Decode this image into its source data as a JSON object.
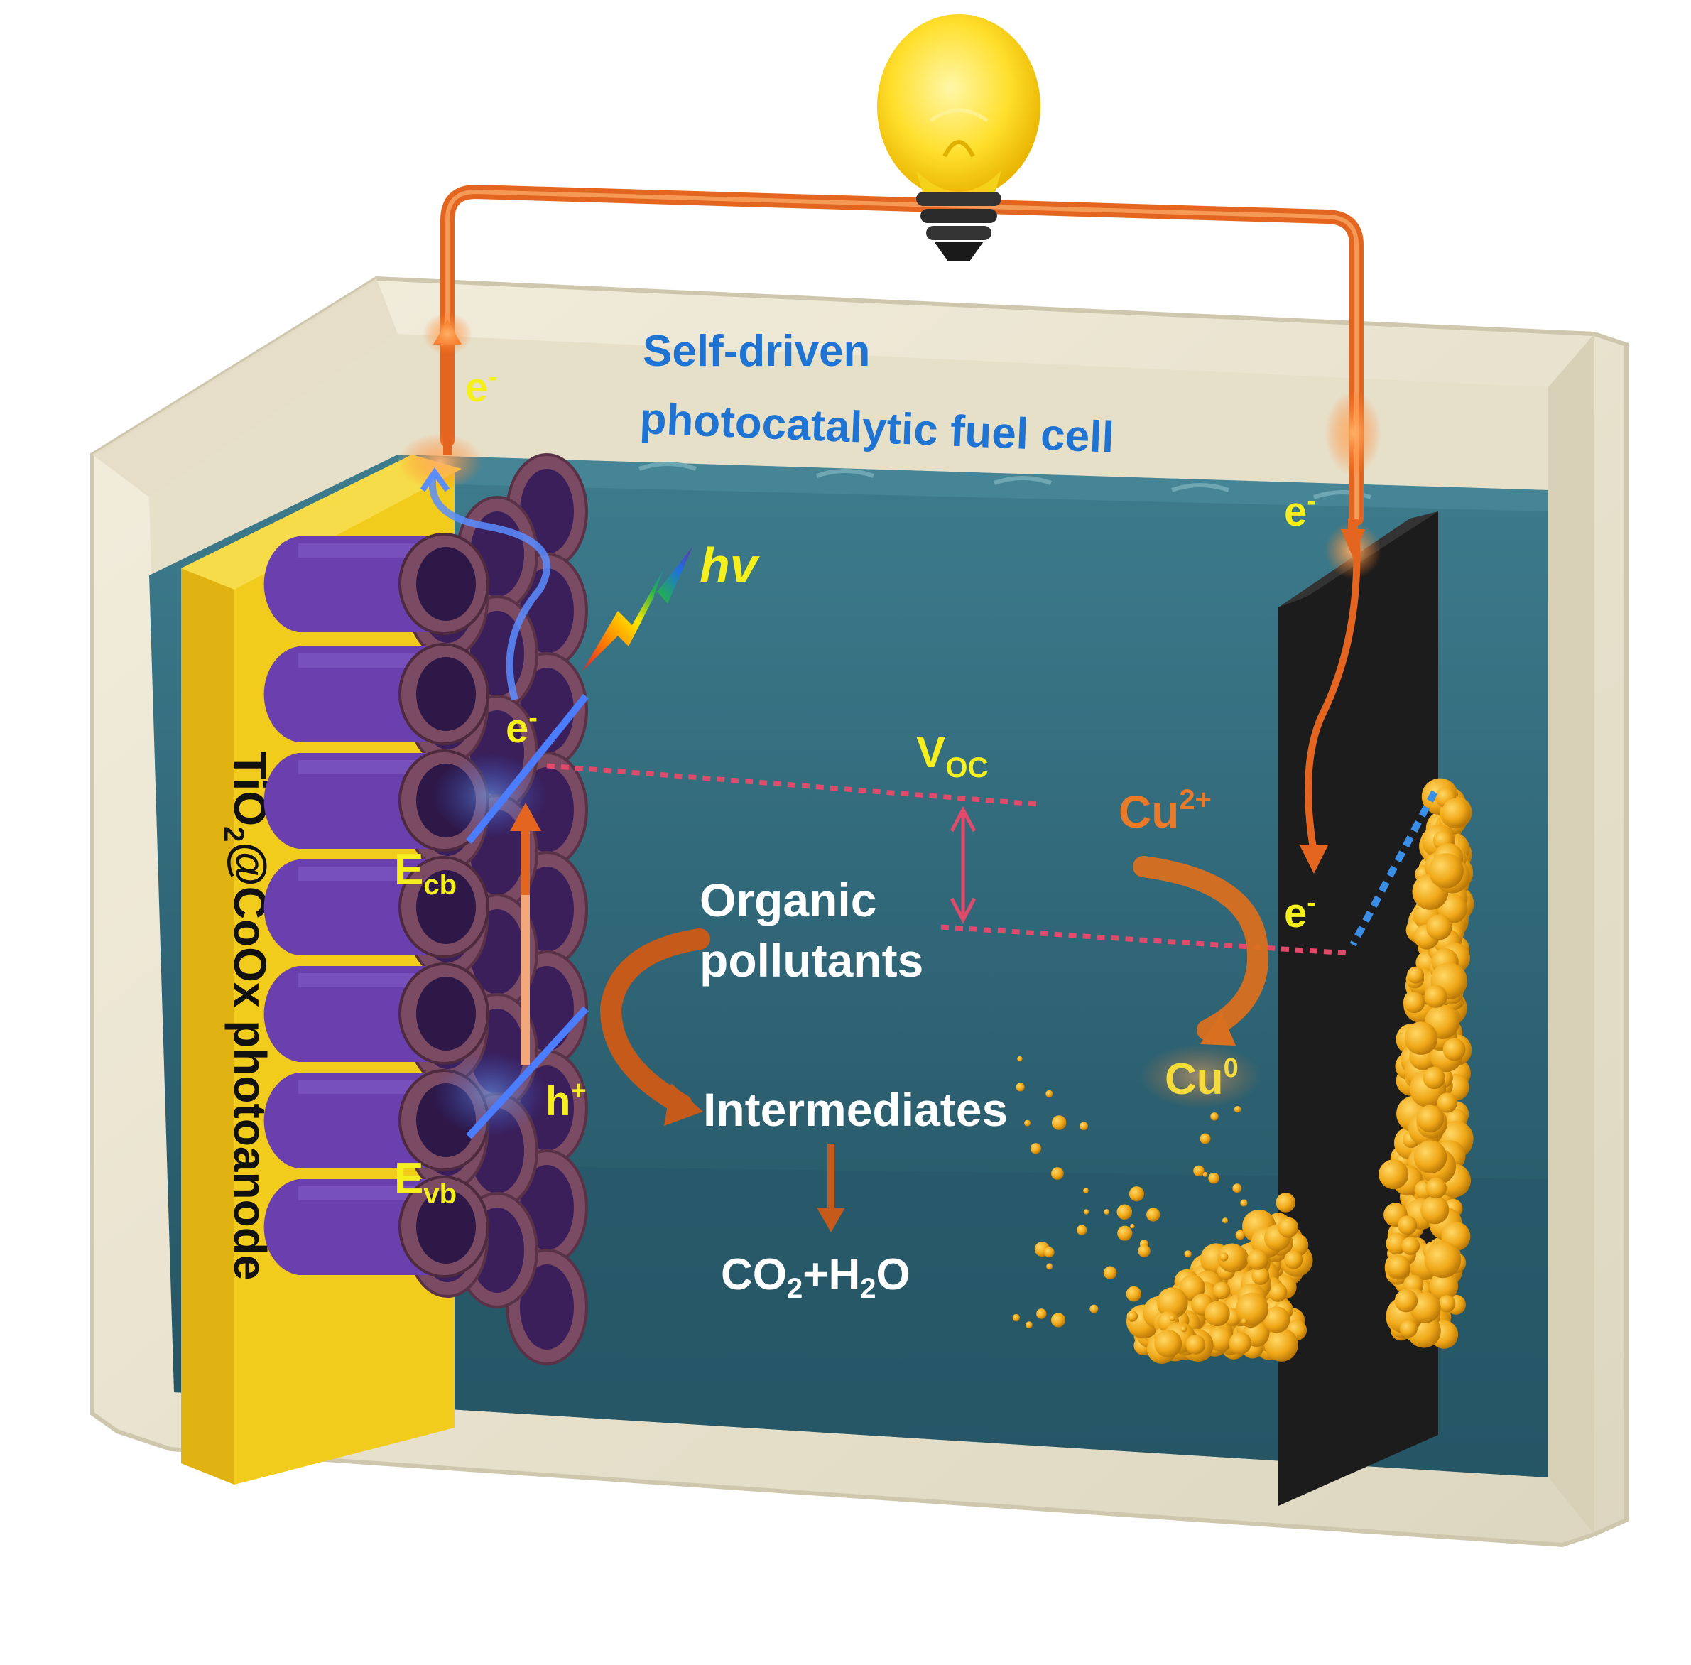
{
  "title": {
    "line1": "Self-driven",
    "line2": "photocatalytic fuel cell"
  },
  "photoanode": {
    "label_pre": "TiO",
    "label_sub": "2",
    "label_post": "@CoOx photoanode"
  },
  "electrons": {
    "symbol": "e",
    "charge": "-"
  },
  "light": {
    "label": "hv"
  },
  "bands": {
    "cb_main": "E",
    "cb_sub": "cb",
    "vb_main": "E",
    "vb_sub": "vb"
  },
  "hole": {
    "symbol": "h",
    "charge": "+"
  },
  "voltage": {
    "main": "V",
    "sub": "OC"
  },
  "reaction": {
    "reactant_line1": "Organic",
    "reactant_line2": "pollutants",
    "intermediate": "Intermediates",
    "product_a": "CO",
    "product_a_sub": "2",
    "product_plus": "+H",
    "product_b_sub": "2",
    "product_b": "O"
  },
  "cathode": {
    "ion_main": "Cu",
    "ion_charge": "2+",
    "metal_main": "Cu",
    "metal_charge": "0"
  },
  "colors": {
    "water": "#2d6475",
    "tank": "#ece6d2",
    "tubes": "#6a3fae",
    "anode_plate": "#f2cc1c",
    "cathode_plate": "#1c1c1c",
    "wire": "#e3651f",
    "title": "#1f73d2",
    "label_yellow": "#f5ef1e",
    "copper": "#f0a818",
    "voltage_line": "#e04b6b"
  }
}
